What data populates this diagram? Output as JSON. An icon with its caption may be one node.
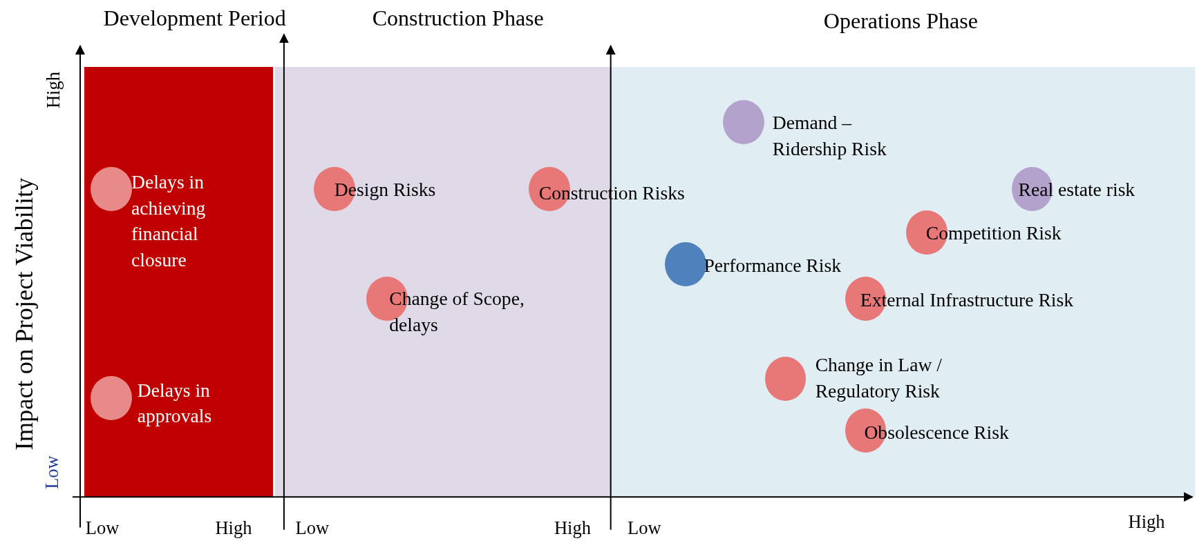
{
  "diagram": {
    "nodes": [
      {
        "text": [
          "Development Period"
        ]
      },
      {
        "text": [
          "Construction Phase"
        ]
      },
      {
        "text": [
          "Operations Phase"
        ]
      },
      {
        "text": [
          "Delays in achieving financial closure"
        ],
        "in": 0
      },
      {
        "text": [
          "Delays in approvals"
        ],
        "in": 0
      },
      {
        "text": [
          "Design Risks"
        ],
        "in": 1
      },
      {
        "text": [
          "Construction Risks"
        ],
        "in": 1
      },
      {
        "text": [
          "Change of Scope, delays"
        ],
        "in": 1
      },
      {
        "text": [
          "Demand – Ridership Risk"
        ],
        "in": 2
      },
      {
        "text": [
          "Real estate risk"
        ],
        "in": 2
      },
      {
        "text": [
          "Competition Risk"
        ],
        "in": 2
      },
      {
        "text": [
          "Performance Risk"
        ],
        "in": 2
      },
      {
        "text": [
          "External Infrastructure Risk"
        ],
        "in": 2
      },
      {
        "text": [
          "Change in Law / Regulatory Risk"
        ],
        "in": 2
      },
      {
        "text": [
          "Obsolescence Risk"
        ],
        "in": 2
      }
    ],
    "labels": [
      "High",
      "Impact on Project Viability",
      "Low",
      "Low",
      "High",
      "Low",
      "High",
      "Low",
      "High"
    ]
  }
}
